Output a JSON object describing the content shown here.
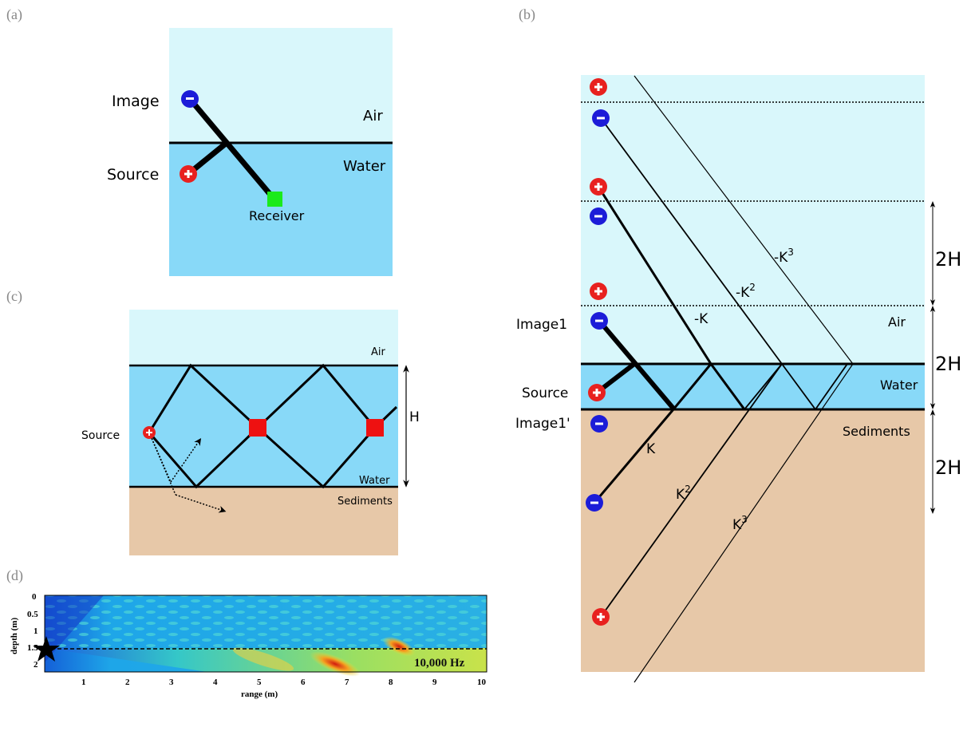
{
  "panel_a": {
    "label": "(a)",
    "image": "Image",
    "air": "Air",
    "water": "Water",
    "source": "Source",
    "receiver": "Receiver"
  },
  "panel_b": {
    "label": "(b)",
    "image1": "Image1",
    "source": "Source",
    "image1p": "Image1'",
    "air": "Air",
    "water": "Water",
    "sediments": "Sediments",
    "k1": "K",
    "k2": "K",
    "k2sup": "2",
    "k3": "K",
    "k3sup": "3",
    "nk1": "-K",
    "nk2": "-K",
    "nk2sup": "2",
    "nk3": "-K",
    "nk3sup": "3",
    "dim1": "2H",
    "dim2": "2H",
    "dim3": "2H"
  },
  "panel_c": {
    "label": "(c)",
    "air": "Air",
    "water": "Water",
    "sediments": "Sediments",
    "source": "Source",
    "h": "H"
  },
  "panel_d": {
    "label": "(d)",
    "ylabel": "depth (m)",
    "xlabel": "range (m)",
    "annotation": "10,000 Hz",
    "yticks": [
      "0",
      "0.5",
      "1",
      "1.5",
      "2"
    ],
    "xticks": [
      "1",
      "2",
      "3",
      "4",
      "5",
      "6",
      "7",
      "8",
      "9",
      "10"
    ]
  },
  "colors": {
    "air": "#d9f7fb",
    "water": "#88d9f8",
    "sediments": "#e7c8a8",
    "plus": "#e8211f",
    "minus": "#1c1cd8",
    "receiver": "#1bea1b",
    "node": "#ee1111"
  }
}
